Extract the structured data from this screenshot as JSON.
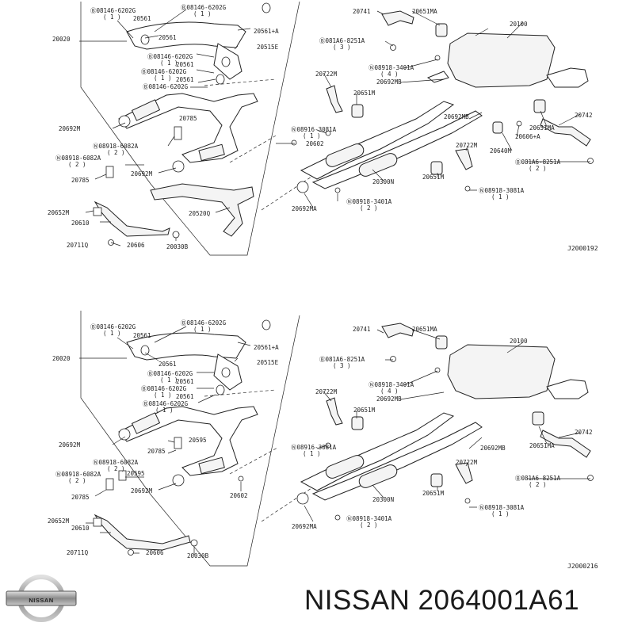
{
  "diagram_top": {
    "code": "J2000192",
    "callouts": {
      "c20020": "20020",
      "c08146a": "Ⓑ08146-6202G",
      "c08146a_q": "( 1 )",
      "c20561a": "20561",
      "c08146b": "Ⓑ08146-6202G",
      "c08146b_q": "( 1 )",
      "c20561b": "20561+A",
      "c20515e": "20515E",
      "c20561c": "20561",
      "c08146c": "Ⓑ08146-6202G",
      "c08146c_q": "( 1 )",
      "c20561d": "20561",
      "c08146d": "Ⓑ08146-6202G",
      "c08146d_q": "( 1 )",
      "c20561e": "20561",
      "c08146e": "Ⓑ08146-6202G",
      "c20692m_a": "20692M",
      "c20785a": "20785",
      "c08918_6082a": "Ⓝ08918-6082A",
      "c08918_6082a_q": "( 2 )",
      "c08918_6082a2": "Ⓝ08918-6082A",
      "c08918_6082a2_q": "( 2 )",
      "c20785b": "20785",
      "c20692m_b": "20692M",
      "c20652m": "20652M",
      "c20610": "20610",
      "c20711q": "20711Q",
      "c20606": "20606",
      "c20030b": "20030B",
      "c20520q": "20520Q",
      "c20602": "20602",
      "c20741": "20741",
      "c20651ma_a": "20651MA",
      "c20100": "20100",
      "c081a6_a": "Ⓑ081A6-8251A",
      "c081a6_a_q": "( 3 )",
      "c08918_3401a_a": "Ⓝ08918-3401A",
      "c08918_3401a_a_q": "( 4 )",
      "c20692mb_a": "20692MB",
      "c20722m_a": "20722M",
      "c20651m_a": "20651M",
      "c20692mb_b": "20692MB",
      "c20742": "20742",
      "c20651ma_b": "20651MA",
      "c20606a": "20606+A",
      "c08916": "Ⓝ08916-3081A",
      "c08916_q": "( 1 )",
      "c20640m": "20640M",
      "c081a6_b": "Ⓑ081A6-8251A",
      "c081a6_b_q": "( 2 )",
      "c20722m_b": "20722M",
      "c20300n": "20300N",
      "c20651m_b": "20651M",
      "c08918_3081a": "Ⓝ08918-3081A",
      "c08918_3081a_q": "( 1 )",
      "c08918_3401a_b": "Ⓝ08918-3401A",
      "c08918_3401a_b_q": "( 2 )",
      "c20692ma": "20692MA"
    }
  },
  "diagram_bottom": {
    "code": "J2000216",
    "callouts": {
      "c20020": "20020",
      "c08146a": "Ⓑ08146-6202G",
      "c08146a_q": "( 1 )",
      "c20561a": "20561",
      "c08146b": "Ⓑ08146-6202G",
      "c08146b_q": "( 1 )",
      "c20561b": "20561+A",
      "c20515e": "20515E",
      "c20561c": "20561",
      "c08146c": "Ⓑ08146-6202G",
      "c08146c_q": "( 1 )",
      "c20561d": "20561",
      "c08146d": "Ⓑ08146-6202G",
      "c08146d_q": "( 1 )",
      "c20561e": "20561",
      "c08146e": "Ⓑ08146-6202G",
      "c08146e_q": "( 1 )",
      "c20692m_a": "20692M",
      "c20595a": "20595",
      "c20785a": "20785",
      "c08918_6082a": "Ⓝ08918-6082A",
      "c08918_6082a_q": "( 2 )",
      "c08918_6082a2": "Ⓝ08918-6082A",
      "c08918_6082a2_q": "( 2 )",
      "c20595b": "20595",
      "c20785b": "20785",
      "c20692m_b": "20692M",
      "c20602": "20602",
      "c20652m": "20652M",
      "c20610": "20610",
      "c20711q": "20711Q",
      "c20606": "20606",
      "c20030b": "20030B",
      "c20741": "20741",
      "c20651ma_a": "20651MA",
      "c20100": "20100",
      "c081a6_a": "Ⓑ081A6-8251A",
      "c081a6_a_q": "( 3 )",
      "c08918_3401a_a": "Ⓝ08918-3401A",
      "c08918_3401a_a_q": "( 4 )",
      "c20692mb_a": "20692MB",
      "c20722m_a": "20722M",
      "c20651m_a": "20651M",
      "c20692mb_b": "20692MB",
      "c20742": "20742",
      "c20651ma_b": "20651MA",
      "c08916": "Ⓝ08916-3081A",
      "c08916_q": "( 1 )",
      "c081a6_b": "Ⓑ081A6-8251A",
      "c081a6_b_q": "( 2 )",
      "c20722m_b": "20722M",
      "c20300n": "20300N",
      "c20651m_b": "20651M",
      "c08918_3081a": "Ⓝ08918-3081A",
      "c08918_3081a_q": "( 1 )",
      "c08918_3401a_b": "Ⓝ08918-3401A",
      "c08918_3401a_b_q": "( 2 )",
      "c20692ma": "20692MA"
    }
  },
  "footer": {
    "brand_logo_text": "NISSAN",
    "caption": "NISSAN 2064001A61"
  }
}
